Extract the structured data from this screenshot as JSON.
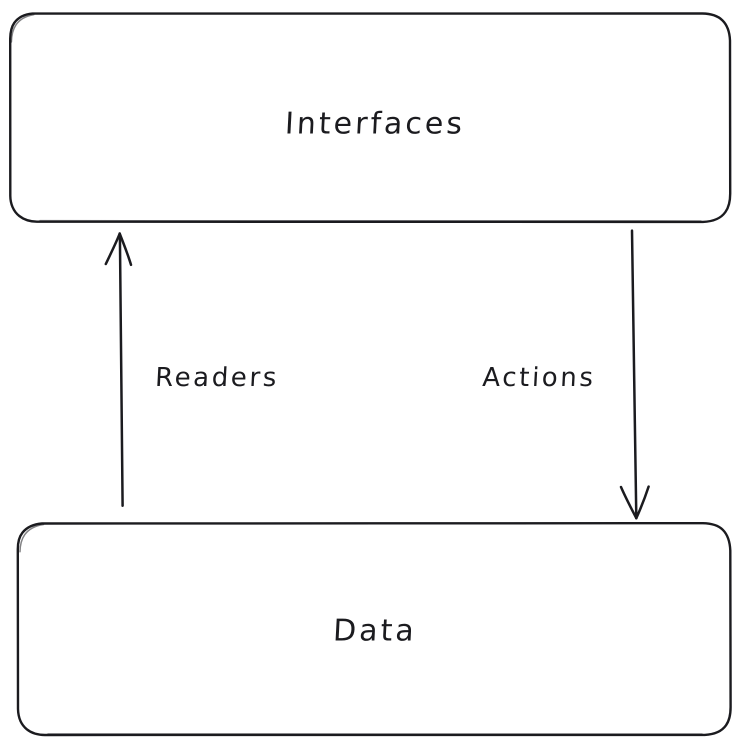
{
  "diagram": {
    "type": "flow-diagram",
    "style": "hand-drawn",
    "background_color": "#ffffff",
    "stroke_color": "#1b1b1f",
    "text_color": "#1b1b1f",
    "nodes": [
      {
        "id": "interfaces",
        "label": "Interfaces",
        "shape": "rounded-rectangle",
        "position": "top"
      },
      {
        "id": "data",
        "label": "Data",
        "shape": "rounded-rectangle",
        "position": "bottom"
      }
    ],
    "edges": [
      {
        "id": "readers",
        "label": "Readers",
        "from": "data",
        "to": "interfaces",
        "direction": "up",
        "arrowhead": "open-v"
      },
      {
        "id": "actions",
        "label": "Actions",
        "from": "interfaces",
        "to": "data",
        "direction": "down",
        "arrowhead": "open-v"
      }
    ]
  }
}
